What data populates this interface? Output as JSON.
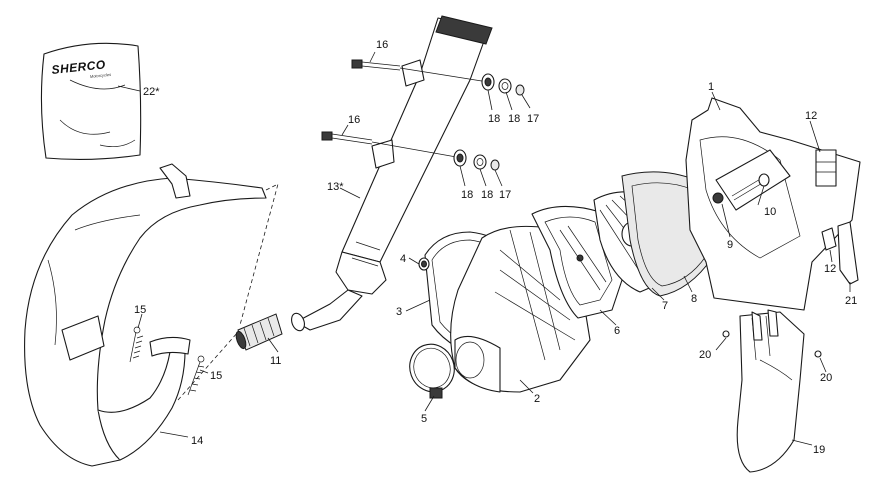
{
  "diagram": {
    "brand_logo": "SHERCO",
    "brand_sub": "Motorcycles",
    "callouts": [
      "1",
      "2",
      "3",
      "4",
      "5",
      "6",
      "7",
      "8",
      "9",
      "10",
      "11",
      "12",
      "12",
      "13*",
      "14",
      "15",
      "15",
      "16",
      "16",
      "17",
      "17",
      "18",
      "18",
      "18",
      "18",
      "19",
      "20",
      "20",
      "21",
      "22*"
    ]
  }
}
